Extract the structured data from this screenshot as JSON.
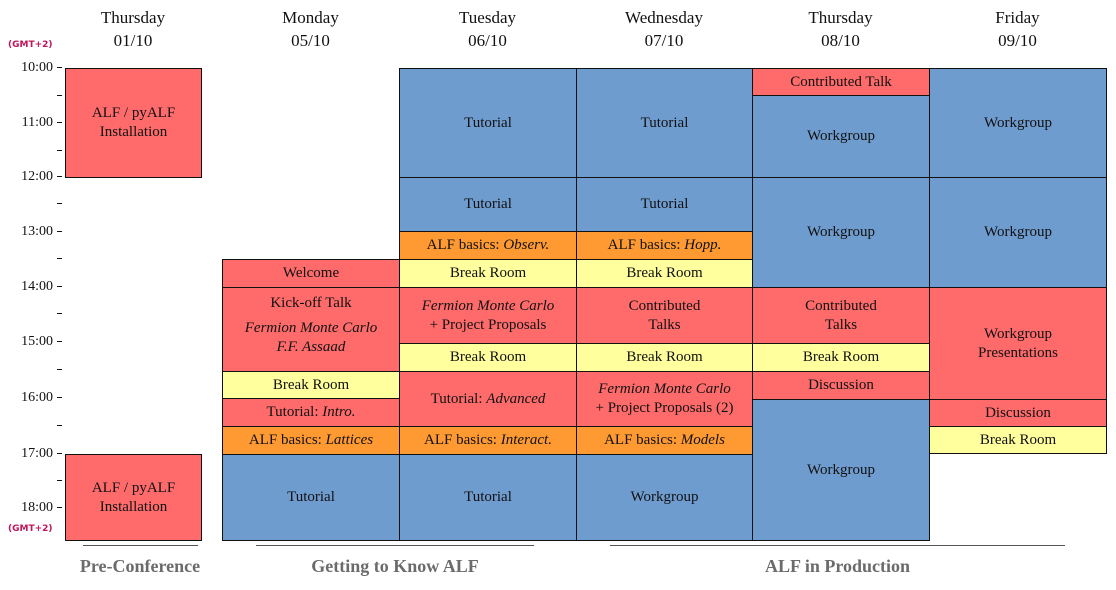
{
  "timezone_label": "(GMT+2)",
  "days": [
    {
      "name": "Thursday",
      "date": "01/10"
    },
    {
      "name": "Monday",
      "date": "05/10"
    },
    {
      "name": "Tuesday",
      "date": "06/10"
    },
    {
      "name": "Wednesday",
      "date": "07/10"
    },
    {
      "name": "Thursday",
      "date": "08/10"
    },
    {
      "name": "Friday",
      "date": "09/10"
    }
  ],
  "times": [
    "10:00",
    "11:00",
    "12:00",
    "13:00",
    "14:00",
    "15:00",
    "16:00",
    "17:00",
    "18:00"
  ],
  "colors": {
    "talk": "#ff6b6b",
    "tutorial": "#6f9ccf",
    "break": "#ffff9e",
    "basics": "#ff9a33"
  },
  "events": {
    "thu1_install_am": {
      "line1": "ALF / pyALF",
      "line2": "Installation"
    },
    "thu1_install_pm": {
      "line1": "ALF / pyALF",
      "line2": "Installation"
    },
    "mon_welcome": "Welcome",
    "mon_kickoff": {
      "title": "Kick-off Talk",
      "topic": "Fermion Monte Carlo",
      "speaker": "F.F. Assaad"
    },
    "mon_break": "Break Room",
    "mon_tut_intro": {
      "prefix": "Tutorial: ",
      "em": "Intro."
    },
    "mon_basics": {
      "prefix": "ALF basics: ",
      "em": "Lattices"
    },
    "mon_tutorial": "Tutorial",
    "tue_tutorial1": "Tutorial",
    "tue_tutorial2": "Tutorial",
    "tue_basics1": {
      "prefix": "ALF basics: ",
      "em": "Observ."
    },
    "tue_break1": "Break Room",
    "tue_fmc": {
      "em": "Fermion Monte Carlo",
      "line2": "+ Project Proposals"
    },
    "tue_break2": "Break Room",
    "tue_tut_adv": {
      "prefix": "Tutorial: ",
      "em": "Advanced"
    },
    "tue_basics2": {
      "prefix": "ALF basics: ",
      "em": "Interact."
    },
    "tue_tutorial3": "Tutorial",
    "wed_tutorial1": "Tutorial",
    "wed_tutorial2": "Tutorial",
    "wed_basics1": {
      "prefix": "ALF basics: ",
      "em": "Hopp."
    },
    "wed_break1": "Break Room",
    "wed_talks": {
      "line1": "Contributed",
      "line2": "Talks"
    },
    "wed_break2": "Break Room",
    "wed_fmc": {
      "em": "Fermion Monte Carlo",
      "line2": "+ Project Proposals (2)"
    },
    "wed_basics2": {
      "prefix": "ALF basics: ",
      "em": "Models"
    },
    "wed_workgroup": "Workgroup",
    "thu_talk": "Contributed Talk",
    "thu_wg1": "Workgroup",
    "thu_wg2": "Workgroup",
    "thu_talks": {
      "line1": "Contributed",
      "line2": "Talks"
    },
    "thu_break": "Break Room",
    "thu_discussion": "Discussion",
    "thu_wg3": "Workgroup",
    "fri_wg1": "Workgroup",
    "fri_wg2": "Workgroup",
    "fri_presentations": {
      "line1": "Workgroup",
      "line2": "Presentations"
    },
    "fri_discussion": "Discussion",
    "fri_break": "Break Room"
  },
  "sections": [
    "Pre-Conference",
    "Getting to Know ALF",
    "ALF in Production"
  ]
}
